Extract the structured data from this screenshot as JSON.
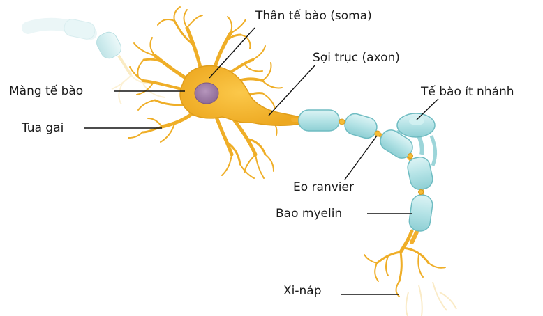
{
  "diagram": {
    "labels": {
      "soma": "Thân tế bào (soma)",
      "axon": "Sợi trục (axon)",
      "membrane": "Màng tế bào",
      "oligodendrocyte": "Tế bào ít nhánh",
      "dendrite": "Tua gai",
      "node_of_ranvier": "Eo ranvier",
      "myelin_sheath": "Bao myelin",
      "synapse": "Xi-náp"
    },
    "colors": {
      "neuron": "#F5B633",
      "neuron_outline": "#D89A1C",
      "nucleus": "#9E7BA6",
      "myelin": "#BFE8EA",
      "myelin_outline": "#7FC6CB"
    }
  }
}
